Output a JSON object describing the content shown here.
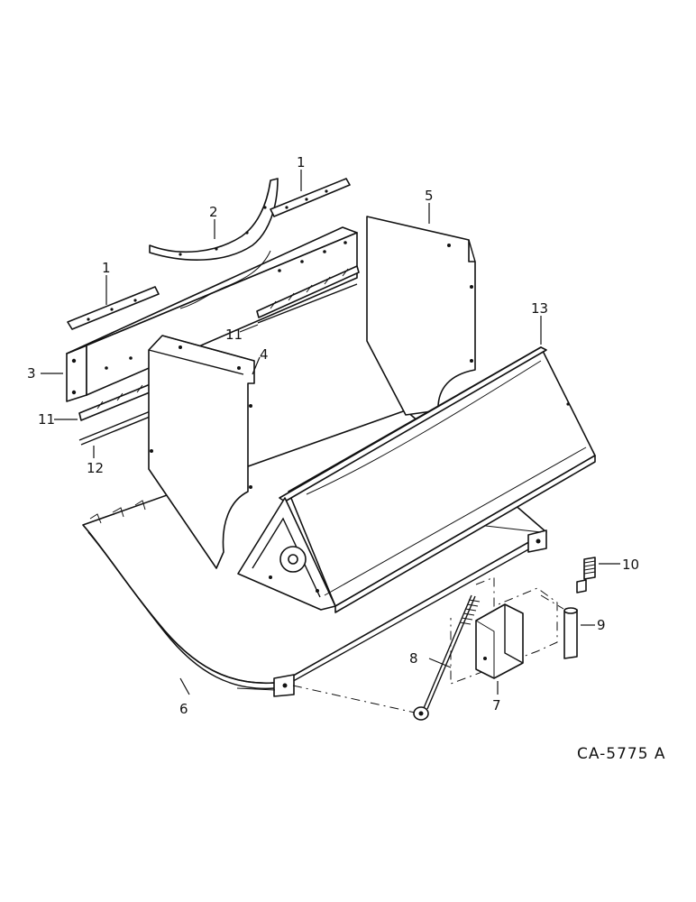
{
  "diagram": {
    "drawing_code": "CA-5775 A",
    "callouts": {
      "c1a": "1",
      "c1b": "1",
      "c2": "2",
      "c3": "3",
      "c4": "4",
      "c5": "5",
      "c6": "6",
      "c7": "7",
      "c8": "8",
      "c9": "9",
      "c10": "10",
      "c11a": "11",
      "c11b": "11",
      "c12": "12",
      "c13": "13"
    }
  }
}
